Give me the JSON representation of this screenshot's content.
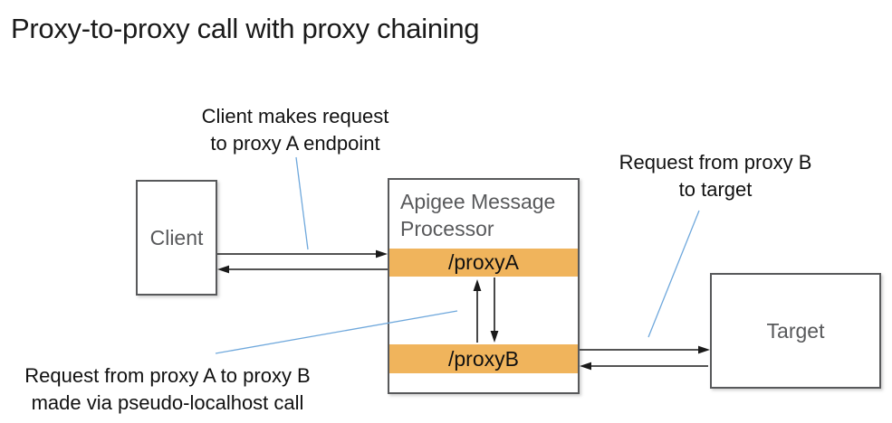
{
  "title": "Proxy-to-proxy call with proxy chaining",
  "colors": {
    "orange": "#F0B45C",
    "blue": "#6FA8DC",
    "border": "#58595B",
    "boxtext": "#58595B",
    "ink": "#1A1A1A"
  },
  "annotations": {
    "client_request": {
      "line1": "Client makes request",
      "line2": "to proxy A endpoint"
    },
    "target_request": {
      "line1": "Request from proxy B",
      "line2": "to target"
    },
    "localhost_call": {
      "line1": "Request from proxy A to proxy B",
      "line2": "made via pseudo-localhost call"
    }
  },
  "nodes": {
    "client": {
      "label": "Client"
    },
    "processor": {
      "title": "Apigee Message Processor",
      "endpoints": [
        {
          "label": "/proxyA"
        },
        {
          "label": "/proxyB"
        }
      ]
    },
    "target": {
      "label": "Target"
    }
  }
}
